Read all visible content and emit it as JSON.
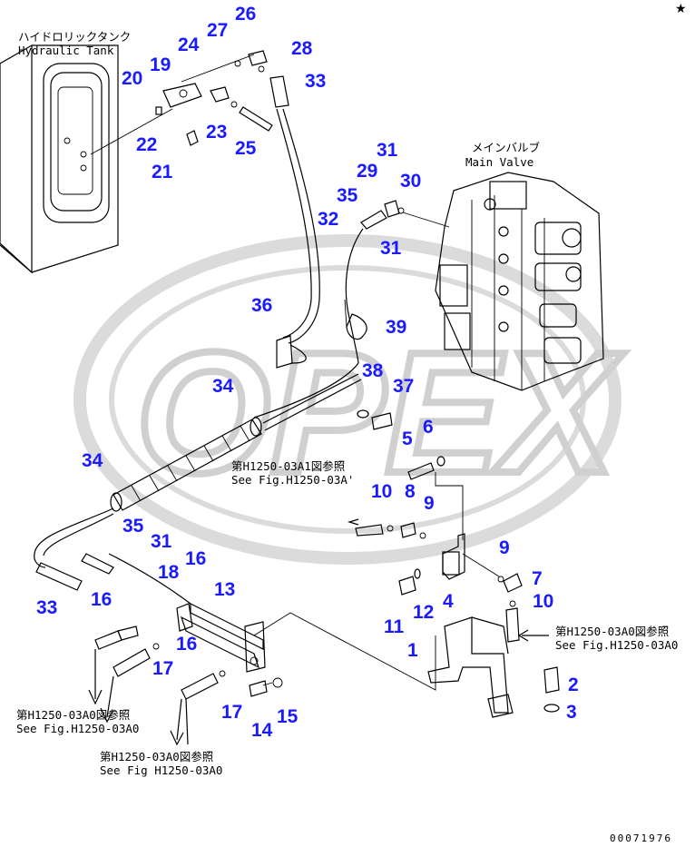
{
  "corner_mark": "★",
  "labels": {
    "hydraulic_tank_jp": "ハイドロリックタンク",
    "hydraulic_tank_en": "Hydraulic Tank",
    "main_valve_jp": "メインバルブ",
    "main_valve_en": "Main Valve",
    "ref_a1_jp": "第H1250-03A1図参照",
    "ref_a1_en": "See Fig.H1250-03A'",
    "ref_a0_right_jp": "第H1250-03A0図参照",
    "ref_a0_right_en": "See Fig.H1250-03A0",
    "ref_a0_left_jp": "第H1250-03A0図参照",
    "ref_a0_left_en": "See Fig.H1250-03A0",
    "ref_a0_bottom_jp": "第H1250-03A0図参照",
    "ref_a0_bottom_en": "See Fig H1250-03A0",
    "drawing_number": "00071976",
    "watermark": "OPEX"
  },
  "callouts": {
    "c26": "26",
    "c27": "27",
    "c28": "28",
    "c24": "24",
    "c19": "19",
    "c20": "20",
    "c33a": "33",
    "c23": "23",
    "c22": "22",
    "c25": "25",
    "c21": "21",
    "c31a": "31",
    "c29": "29",
    "c30": "30",
    "c35a": "35",
    "c32": "32",
    "c31b": "31",
    "c36": "36",
    "c39": "39",
    "c34a": "34",
    "c38": "38",
    "c37": "37",
    "c6": "6",
    "c5": "5",
    "c34b": "34",
    "c10a": "10",
    "c8": "8",
    "c9a": "9",
    "c35b": "35",
    "c31c": "31",
    "c16a": "16",
    "c18": "18",
    "c13": "13",
    "c33b": "33",
    "c16b": "16",
    "c9b": "9",
    "c7": "7",
    "c4": "4",
    "c10b": "10",
    "c11": "11",
    "c12": "12",
    "c16c": "16",
    "c17a": "17",
    "c1": "1",
    "c2": "2",
    "c3": "3",
    "c17b": "17",
    "c14": "14",
    "c15": "15"
  },
  "colors": {
    "callout": "#1a1aff",
    "line": "#000000",
    "watermark": "#cfcfcf"
  }
}
